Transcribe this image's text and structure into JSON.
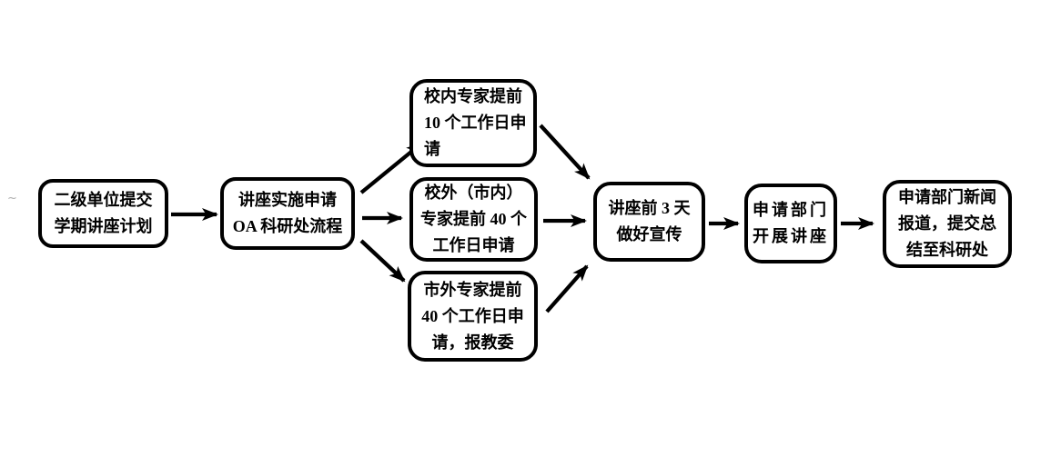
{
  "page": {
    "background_color": "#ffffff",
    "stray_mark": "~"
  },
  "flowchart": {
    "type": "flowchart",
    "direction": "left-to-right",
    "colors": {
      "node_border": "#000000",
      "node_fill": "#ffffff",
      "text": "#000000",
      "arrow": "#000000"
    },
    "nodes": [
      {
        "id": "submit-plan",
        "label": "二级单位提交\n学期讲座计划"
      },
      {
        "id": "oa-apply",
        "label": "讲座实施申请\nOA 科研处流程"
      },
      {
        "id": "inside-expert",
        "label": "校内专家提前\n10 个工作日申\n请"
      },
      {
        "id": "city-expert",
        "label": "校外（市内）\n专家提前 40 个\n工作日申请"
      },
      {
        "id": "outside-expert",
        "label": "市外专家提前\n40 个工作日申\n请，报教委"
      },
      {
        "id": "publicity",
        "label": "讲座前 3 天\n做好宣传"
      },
      {
        "id": "hold-lecture",
        "label": "申请部门\n开展讲座"
      },
      {
        "id": "news-report",
        "label": "申请部门新闻\n报道，提交总\n结至科研处"
      }
    ],
    "edges": [
      {
        "from": "submit-plan",
        "to": "oa-apply"
      },
      {
        "from": "oa-apply",
        "to": "inside-expert"
      },
      {
        "from": "oa-apply",
        "to": "city-expert"
      },
      {
        "from": "oa-apply",
        "to": "outside-expert"
      },
      {
        "from": "inside-expert",
        "to": "publicity"
      },
      {
        "from": "city-expert",
        "to": "publicity"
      },
      {
        "from": "outside-expert",
        "to": "publicity"
      },
      {
        "from": "publicity",
        "to": "hold-lecture"
      },
      {
        "from": "hold-lecture",
        "to": "news-report"
      }
    ]
  }
}
